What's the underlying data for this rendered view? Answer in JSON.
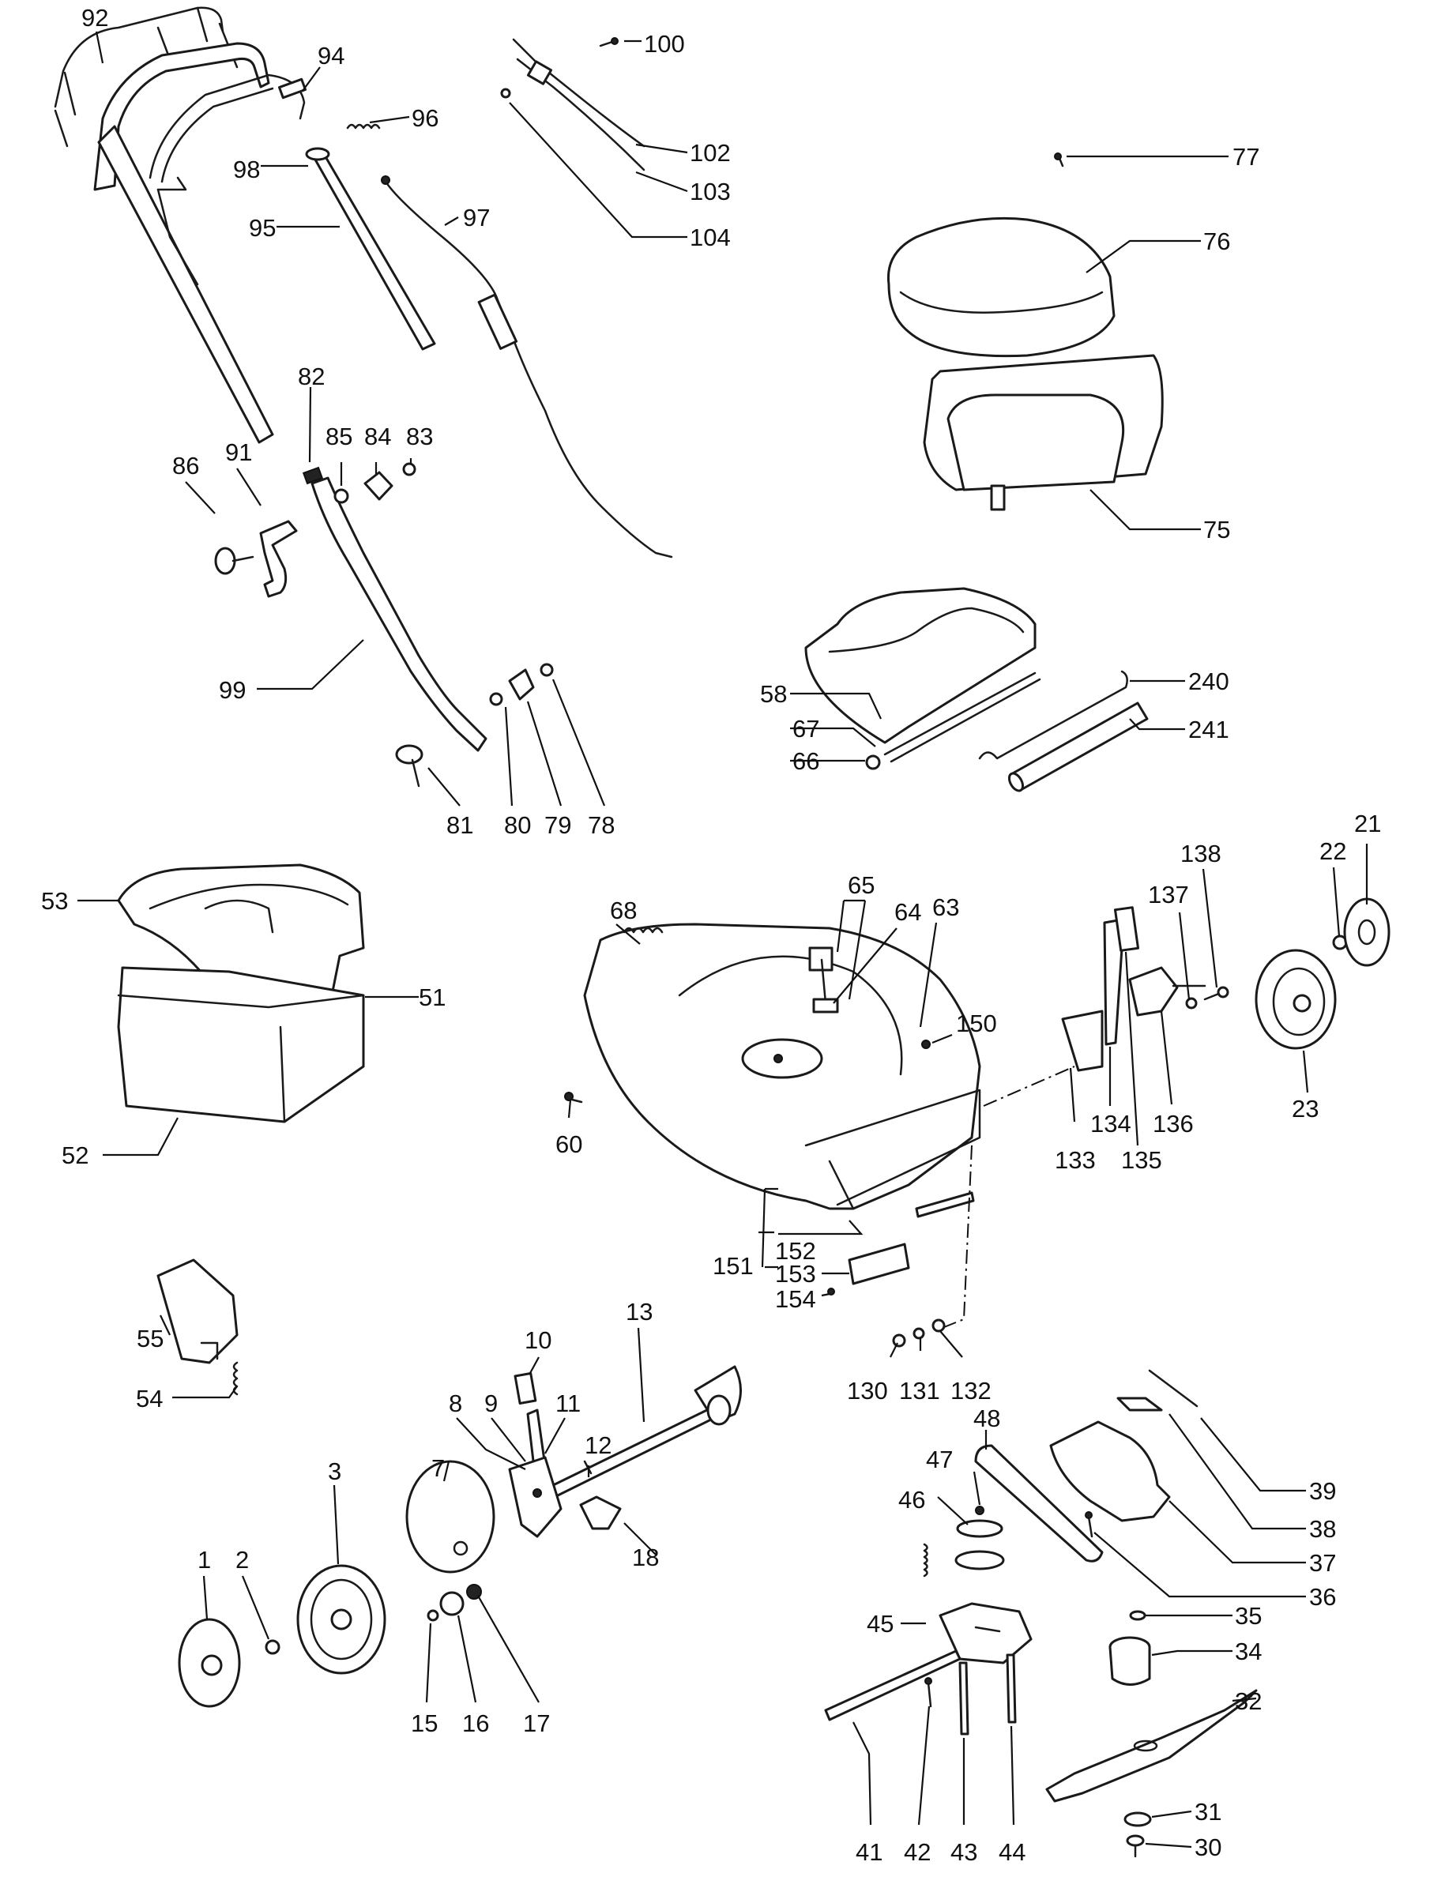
{
  "callouts": [
    {
      "id": "c92",
      "text": "92"
    },
    {
      "id": "c94",
      "text": "94"
    },
    {
      "id": "c96",
      "text": "96"
    },
    {
      "id": "c98",
      "text": "98"
    },
    {
      "id": "c95",
      "text": "95"
    },
    {
      "id": "c100",
      "text": "100"
    },
    {
      "id": "c102",
      "text": "102"
    },
    {
      "id": "c103",
      "text": "103"
    },
    {
      "id": "c104",
      "text": "104"
    },
    {
      "id": "c97",
      "text": "97"
    },
    {
      "id": "c77",
      "text": "77"
    },
    {
      "id": "c76",
      "text": "76"
    },
    {
      "id": "c75",
      "text": "75"
    },
    {
      "id": "c82",
      "text": "82"
    },
    {
      "id": "c85",
      "text": "85"
    },
    {
      "id": "c84",
      "text": "84"
    },
    {
      "id": "c83",
      "text": "83"
    },
    {
      "id": "c86",
      "text": "86"
    },
    {
      "id": "c91",
      "text": "91"
    },
    {
      "id": "c99",
      "text": "99"
    },
    {
      "id": "c81",
      "text": "81"
    },
    {
      "id": "c80",
      "text": "80"
    },
    {
      "id": "c79",
      "text": "79"
    },
    {
      "id": "c78",
      "text": "78"
    },
    {
      "id": "c58",
      "text": "58"
    },
    {
      "id": "c67",
      "text": "67"
    },
    {
      "id": "c66",
      "text": "66"
    },
    {
      "id": "c240",
      "text": "240"
    },
    {
      "id": "c241",
      "text": "241"
    },
    {
      "id": "c53",
      "text": "53"
    },
    {
      "id": "c51",
      "text": "51"
    },
    {
      "id": "c52",
      "text": "52"
    },
    {
      "id": "c68",
      "text": "68"
    },
    {
      "id": "c65",
      "text": "65"
    },
    {
      "id": "c64",
      "text": "64"
    },
    {
      "id": "c63",
      "text": "63"
    },
    {
      "id": "c150",
      "text": "150"
    },
    {
      "id": "c60",
      "text": "60"
    },
    {
      "id": "c138",
      "text": "138"
    },
    {
      "id": "c137",
      "text": "137"
    },
    {
      "id": "c22",
      "text": "22"
    },
    {
      "id": "c21",
      "text": "21"
    },
    {
      "id": "c133",
      "text": "133"
    },
    {
      "id": "c134",
      "text": "134"
    },
    {
      "id": "c135",
      "text": "135"
    },
    {
      "id": "c136",
      "text": "136"
    },
    {
      "id": "c23",
      "text": "23"
    },
    {
      "id": "c151",
      "text": "151"
    },
    {
      "id": "c152",
      "text": "152"
    },
    {
      "id": "c153",
      "text": "153"
    },
    {
      "id": "c154",
      "text": "154"
    },
    {
      "id": "c130",
      "text": "130"
    },
    {
      "id": "c131",
      "text": "131"
    },
    {
      "id": "c132",
      "text": "132"
    },
    {
      "id": "c55",
      "text": "55"
    },
    {
      "id": "c54",
      "text": "54"
    },
    {
      "id": "c10",
      "text": "10"
    },
    {
      "id": "c13",
      "text": "13"
    },
    {
      "id": "c8",
      "text": "8"
    },
    {
      "id": "c9",
      "text": "9"
    },
    {
      "id": "c11",
      "text": "11"
    },
    {
      "id": "c12",
      "text": "12"
    },
    {
      "id": "c7",
      "text": "7"
    },
    {
      "id": "c3",
      "text": "3"
    },
    {
      "id": "c1",
      "text": "1"
    },
    {
      "id": "c2",
      "text": "2"
    },
    {
      "id": "c18",
      "text": "18"
    },
    {
      "id": "c15",
      "text": "15"
    },
    {
      "id": "c16",
      "text": "16"
    },
    {
      "id": "c17",
      "text": "17"
    },
    {
      "id": "c39",
      "text": "39"
    },
    {
      "id": "c38",
      "text": "38"
    },
    {
      "id": "c37",
      "text": "37"
    },
    {
      "id": "c36",
      "text": "36"
    },
    {
      "id": "c48",
      "text": "48"
    },
    {
      "id": "c47",
      "text": "47"
    },
    {
      "id": "c46",
      "text": "46"
    },
    {
      "id": "c45",
      "text": "45"
    },
    {
      "id": "c35",
      "text": "35"
    },
    {
      "id": "c34",
      "text": "34"
    },
    {
      "id": "c32",
      "text": "32"
    },
    {
      "id": "c41",
      "text": "41"
    },
    {
      "id": "c42",
      "text": "42"
    },
    {
      "id": "c43",
      "text": "43"
    },
    {
      "id": "c44",
      "text": "44"
    },
    {
      "id": "c31",
      "text": "31"
    },
    {
      "id": "c30",
      "text": "30"
    }
  ]
}
